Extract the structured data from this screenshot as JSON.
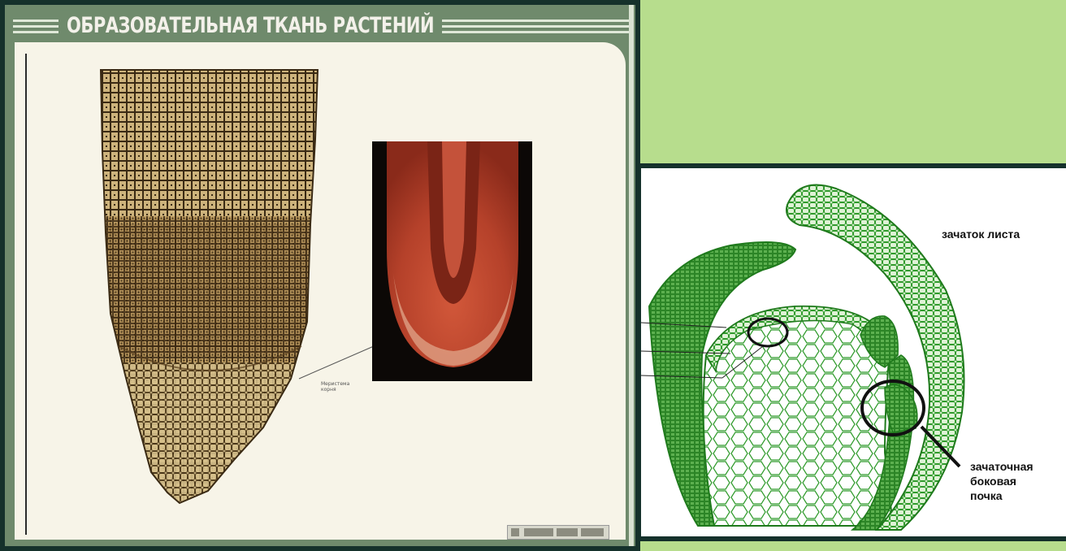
{
  "poster": {
    "title": "ОБРАЗОВАТЕЛЬНАЯ ТКАНЬ РАСТЕНИЙ",
    "callout_label": "Меристема",
    "callout_sublabel": "корня"
  },
  "diagram": {
    "label_leaf_primordium": "зачаток листа",
    "label_lateral_bud": [
      "зачаточная",
      "боковая",
      "почка"
    ]
  },
  "colors": {
    "background": "#b7dd8d",
    "frame": "#15312b",
    "poster_green": "#6f8a6c",
    "cell_green": "#2e9a2a",
    "root_tan": "#c4a670",
    "micrograph_red": "#b3412a"
  }
}
